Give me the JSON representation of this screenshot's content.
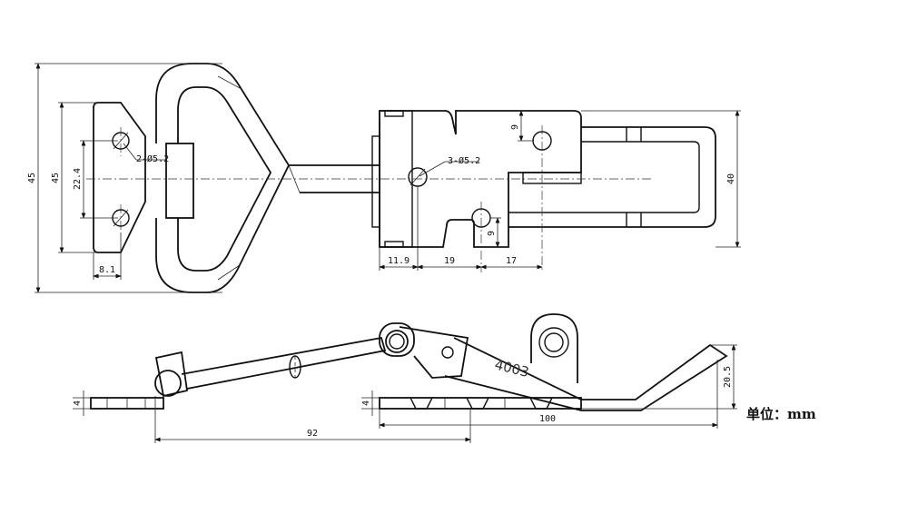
{
  "dimensions": {
    "overall_height": "45",
    "base_hole_span": "45",
    "base_hole_pitch": "22.4",
    "base_hole_offset": "8.1",
    "base_holes": "2-Ø5.2",
    "hook_holes": "3-Ø5.2",
    "hook_seg_1": "11.9",
    "hook_seg_2": "19",
    "hook_seg_3": "17",
    "hook_top_offset": "9",
    "hook_bottom_offset": "9",
    "hook_width": "40",
    "base_thickness": "4",
    "hook_thickness": "4",
    "base_to_hook": "92",
    "hook_length": "100",
    "hook_tip_height": "20.5"
  },
  "model_mark": "4003",
  "unit_label": "单位：mm"
}
